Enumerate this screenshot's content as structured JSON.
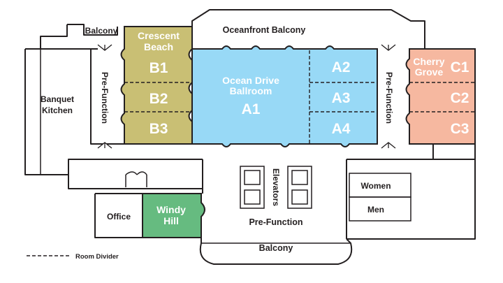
{
  "colors": {
    "crescent_beach": "#c9bf74",
    "ocean_drive": "#98d9f6",
    "cherry_grove": "#f6b8a0",
    "windy_hill": "#66bb80",
    "walls": "#231f20"
  },
  "labels": {
    "balcony_top": "Balcony",
    "oceanfront_balcony": "Oceanfront Balcony",
    "balcony_bottom": "Balcony",
    "banquet_line1": "Banquet",
    "banquet_line2": "Kitchen",
    "prefunction_left": "Pre-Function",
    "prefunction_right": "Pre-Function",
    "prefunction_bottom": "Pre-Function",
    "elevators": "Elevators",
    "office": "Office",
    "women": "Women",
    "men": "Men"
  },
  "rooms": {
    "crescent_line1": "Crescent",
    "crescent_line2": "Beach",
    "b1": "B1",
    "b2": "B2",
    "b3": "B3",
    "ocean_line1": "Ocean Drive",
    "ocean_line2": "Ballroom",
    "a1": "A1",
    "a2": "A2",
    "a3": "A3",
    "a4": "A4",
    "cherry_line1": "Cherry",
    "cherry_line2": "Grove",
    "c1": "C1",
    "c2": "C2",
    "c3": "C3",
    "windy_line1": "Windy",
    "windy_line2": "Hill"
  },
  "legend": {
    "room_divider": "Room Divider"
  }
}
